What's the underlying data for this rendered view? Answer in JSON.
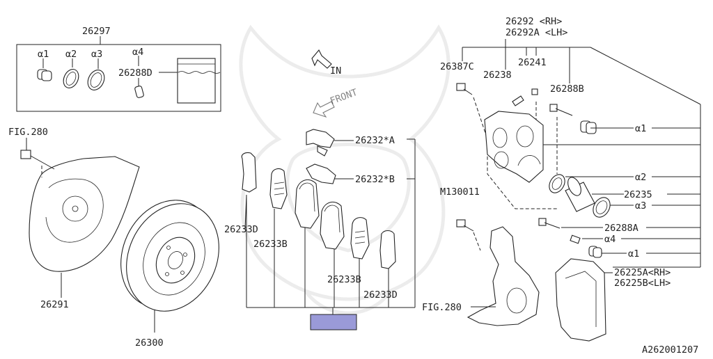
{
  "diagram": {
    "doc_id": "A262001207",
    "direction_in": "IN",
    "direction_front": "FRONT",
    "highlight_color": "#9a9ad8"
  },
  "labels": {
    "p26297": "26297",
    "a1_kit": "α1",
    "a2_kit": "α2",
    "a3_kit": "α3",
    "a4_kit": "α4",
    "p26288D": "26288D",
    "fig280_top": "FIG.280",
    "p26291": "26291",
    "p26300": "26300",
    "p26232A": "26232*A",
    "p26232B": "26232*B",
    "p26233D_l": "26233D",
    "p26233B_l": "26233B",
    "p26233B_r": "26233B",
    "p26233D_r": "26233D",
    "p26292": "26292  <RH>",
    "p26292A": "26292A <LH>",
    "p26387C": "26387C",
    "p26241": "26241",
    "p26238": "26238",
    "p26288B": "26288B",
    "a1_r1": "α1",
    "a2_r": "α2",
    "p26235": "26235",
    "a3_r": "α3",
    "pM130011": "M130011",
    "p26288A": "26288A",
    "a4_r": "α4",
    "a1_r2": "α1",
    "p26225A": "26225A<RH>",
    "p26225B": "26225B<LH>",
    "fig280_bot": "FIG.280"
  }
}
